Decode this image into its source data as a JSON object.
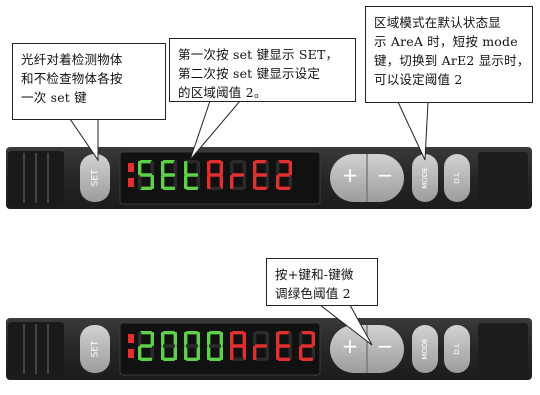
{
  "callouts": {
    "c1": [
      "光纤对着检测物体",
      "和不检查物体各按",
      "一次 set 键"
    ],
    "c2": [
      "第一次按 set 键显示 SET，",
      "第二次按 set 键显示设定",
      "的区域阈值 2。"
    ],
    "c3": [
      "区域模式在默认状态显",
      "示 AreA 时，短按 mode",
      "键，切换到 ArE2 显示时，",
      "可以设定阈值 2"
    ],
    "c4": [
      "按+键和-键微",
      "调绿色阈值 2"
    ]
  },
  "devices": [
    {
      "set_label": "SET",
      "plus_label": "+",
      "minus_label": "−",
      "mode_label": "MODE",
      "dl_label": "D.L",
      "display_green": "SEt",
      "display_red": "ArE2"
    },
    {
      "set_label": "SET",
      "plus_label": "+",
      "minus_label": "−",
      "mode_label": "MODE",
      "dl_label": "D.L",
      "display_green": "2000",
      "display_red": "ArE2"
    }
  ],
  "colors": {
    "green_digit": "#5ed04a",
    "red_digit": "#e23030",
    "device_body": "#2a2a2a",
    "button": "#b7b7b7"
  }
}
